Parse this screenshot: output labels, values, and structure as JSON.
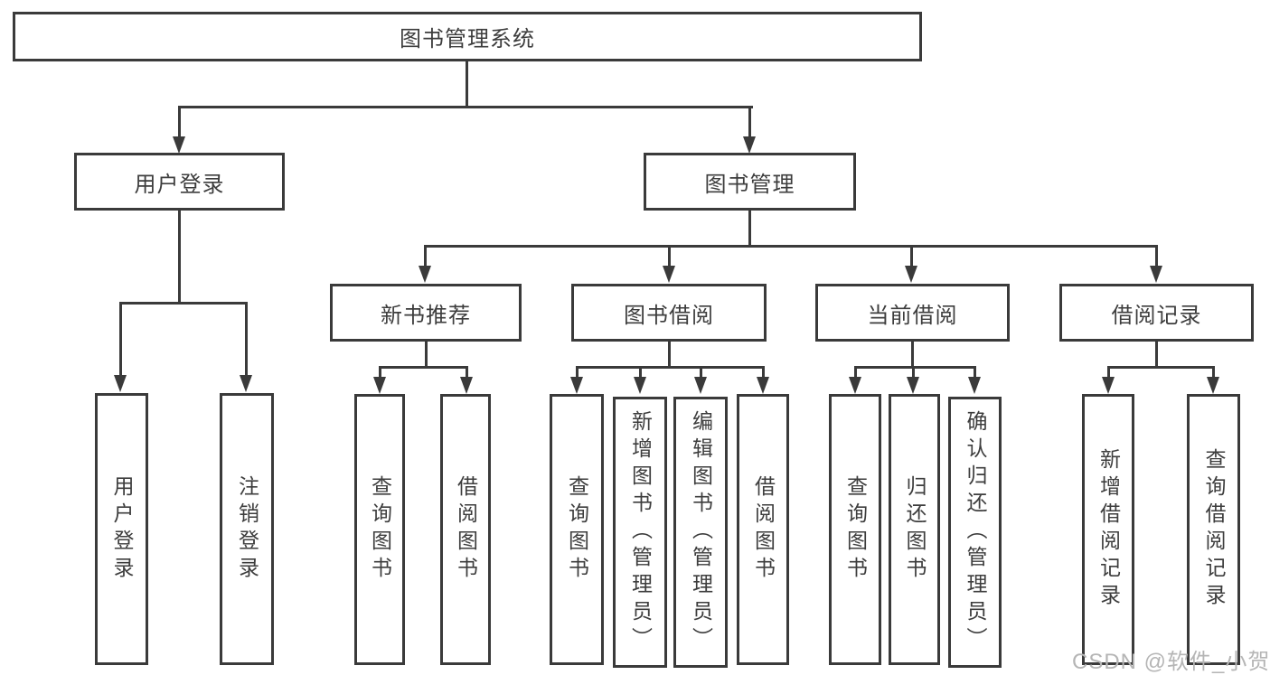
{
  "colors": {
    "line": "#3a3a3a",
    "text": "#3d3d3d",
    "background": "#ffffff",
    "watermark": "#b5b5b5"
  },
  "diagram": {
    "root": {
      "label": "图书管理系统"
    },
    "branches": {
      "user_login": {
        "label": "用户登录",
        "children": [
          {
            "label": "用户登录"
          },
          {
            "label": "注销登录"
          }
        ]
      },
      "book_mgmt": {
        "label": "图书管理",
        "sections": [
          {
            "label": "新书推荐",
            "children": [
              {
                "label": "查询图书"
              },
              {
                "label": "借阅图书"
              }
            ]
          },
          {
            "label": "图书借阅",
            "children": [
              {
                "label": "查询图书"
              },
              {
                "label": "新增图书（管理员）"
              },
              {
                "label": "编辑图书（管理员）"
              },
              {
                "label": "借阅图书"
              }
            ]
          },
          {
            "label": "当前借阅",
            "children": [
              {
                "label": "查询图书"
              },
              {
                "label": "归还图书"
              },
              {
                "label": "确认归还（管理员）"
              }
            ]
          },
          {
            "label": "借阅记录",
            "children": [
              {
                "label": "新增借阅记录"
              },
              {
                "label": "查询借阅记录"
              }
            ]
          }
        ]
      }
    }
  },
  "watermark": {
    "text": "CSDN @软件_小贺同学"
  }
}
